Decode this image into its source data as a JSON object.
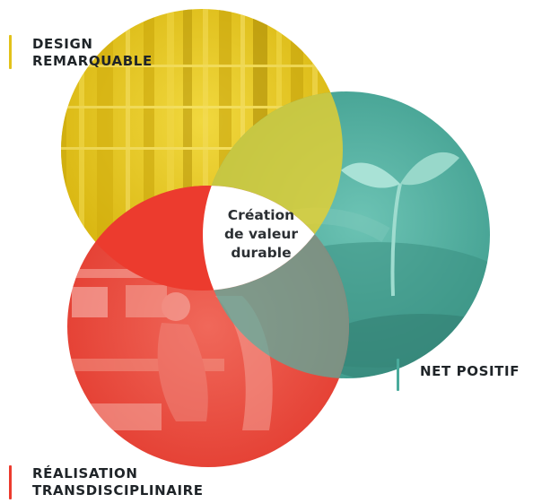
{
  "center": {
    "lines": [
      "Création",
      "de valeur",
      "durable"
    ]
  },
  "circles": [
    {
      "id": "design",
      "label_lines": [
        "DESIGN",
        "REMARQUABLE"
      ],
      "color": "#e2c21a",
      "bar_color": "#e2c21a",
      "image": "architecture-photo"
    },
    {
      "id": "net",
      "label_lines": [
        "NET POSITIF"
      ],
      "color": "#4aab9c",
      "bar_color": "#4aab9c",
      "image": "seedling-in-hands-photo"
    },
    {
      "id": "real",
      "label_lines": [
        "RÉALISATION",
        "TRANSDISCIPLINAIRE"
      ],
      "color": "#ec3b2e",
      "bar_color": "#ec3b2e",
      "image": "office-teamwork-photo"
    }
  ]
}
